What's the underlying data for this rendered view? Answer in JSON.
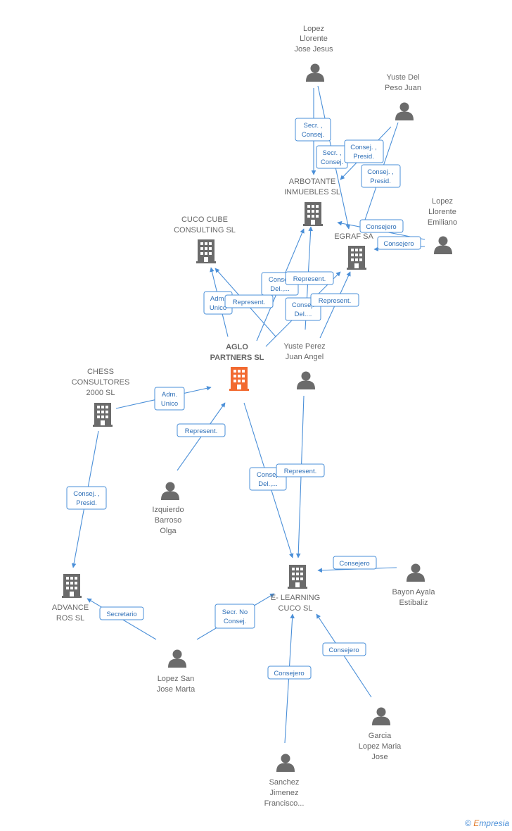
{
  "colors": {
    "edge": "#4a8fd8",
    "edge_text": "#2e6fb7",
    "node_gray": "#6b6b6b",
    "main_company": "#f26a30",
    "label": "#666666"
  },
  "nodes": [
    {
      "id": "lopez-jesus",
      "type": "person",
      "label": [
        "Lopez",
        "Llorente",
        "Jose Jesus"
      ]
    },
    {
      "id": "yuste-del-peso",
      "type": "person",
      "label": [
        "Yuste Del",
        "Peso Juan"
      ]
    },
    {
      "id": "arbotante",
      "type": "company",
      "label": [
        "ARBOTANTE",
        "INMUEBLES SL"
      ]
    },
    {
      "id": "lopez-emiliano",
      "type": "person",
      "label": [
        "Lopez",
        "Llorente",
        "Emiliano"
      ]
    },
    {
      "id": "egraf",
      "type": "company",
      "label": [
        "EGRAF SA"
      ]
    },
    {
      "id": "cuco-cube",
      "type": "company",
      "label": [
        "CUCO CUBE",
        "CONSULTING SL"
      ]
    },
    {
      "id": "aglo",
      "type": "main",
      "label": [
        "AGLO",
        "PARTNERS SL"
      ]
    },
    {
      "id": "yuste-perez",
      "type": "person",
      "label": [
        "Yuste Perez",
        "Juan Angel"
      ]
    },
    {
      "id": "chess",
      "type": "company",
      "label": [
        "CHESS",
        "CONSULTORES",
        "2000 SL"
      ]
    },
    {
      "id": "izquierdo",
      "type": "person",
      "label": [
        "Izquierdo",
        "Barroso",
        "Olga"
      ]
    },
    {
      "id": "advance",
      "type": "company",
      "label": [
        "ADVANCE",
        "ROS SL"
      ]
    },
    {
      "id": "elearning",
      "type": "company",
      "label": [
        "E- LEARNING",
        "CUCO  SL"
      ]
    },
    {
      "id": "bayon",
      "type": "person",
      "label": [
        "Bayon Ayala",
        "Estibaliz"
      ]
    },
    {
      "id": "lopez-san-jose",
      "type": "person",
      "label": [
        "Lopez San",
        "Jose Marta"
      ]
    },
    {
      "id": "garcia",
      "type": "person",
      "label": [
        "Garcia",
        "Lopez Maria",
        "Jose"
      ]
    },
    {
      "id": "sanchez",
      "type": "person",
      "label": [
        "Sanchez",
        "Jimenez",
        "Francisco..."
      ]
    }
  ],
  "edges": [
    {
      "id": "e1",
      "label": [
        "Secr. ,",
        "Consej."
      ]
    },
    {
      "id": "e2",
      "label": [
        "Secr. ,",
        "Consej."
      ]
    },
    {
      "id": "e3",
      "label": [
        "Consej. ,",
        "Presid."
      ]
    },
    {
      "id": "e4",
      "label": [
        "Consej. ,",
        "Presid."
      ]
    },
    {
      "id": "e5",
      "label": [
        "Consejero"
      ]
    },
    {
      "id": "e6",
      "label": [
        "Consejero"
      ]
    },
    {
      "id": "e7",
      "label": [
        "Adm.",
        "Unico"
      ]
    },
    {
      "id": "e8",
      "label": [
        "Represent."
      ]
    },
    {
      "id": "e9",
      "label": [
        "Consej.",
        "Del.,..."
      ]
    },
    {
      "id": "e10",
      "label": [
        "Represent."
      ]
    },
    {
      "id": "e11",
      "label": [
        "Consej.",
        "Del...."
      ]
    },
    {
      "id": "e12",
      "label": [
        "Represent."
      ]
    },
    {
      "id": "e13",
      "label": [
        "Adm.",
        "Unico"
      ]
    },
    {
      "id": "e14",
      "label": [
        "Represent."
      ]
    },
    {
      "id": "e15",
      "label": [
        "Consej. ,",
        "Presid."
      ]
    },
    {
      "id": "e16",
      "label": [
        "Consej.",
        "Del.,..."
      ]
    },
    {
      "id": "e17",
      "label": [
        "Represent."
      ]
    },
    {
      "id": "e18",
      "label": [
        "Consejero"
      ]
    },
    {
      "id": "e19",
      "label": [
        "Secretario"
      ]
    },
    {
      "id": "e20",
      "label": [
        "Secr.  No",
        "Consej."
      ]
    },
    {
      "id": "e21",
      "label": [
        "Consejero"
      ]
    },
    {
      "id": "e22",
      "label": [
        "Consejero"
      ]
    }
  ],
  "footer": {
    "copyright": "©",
    "brand_initial": "E",
    "brand_rest": "mpresia"
  }
}
